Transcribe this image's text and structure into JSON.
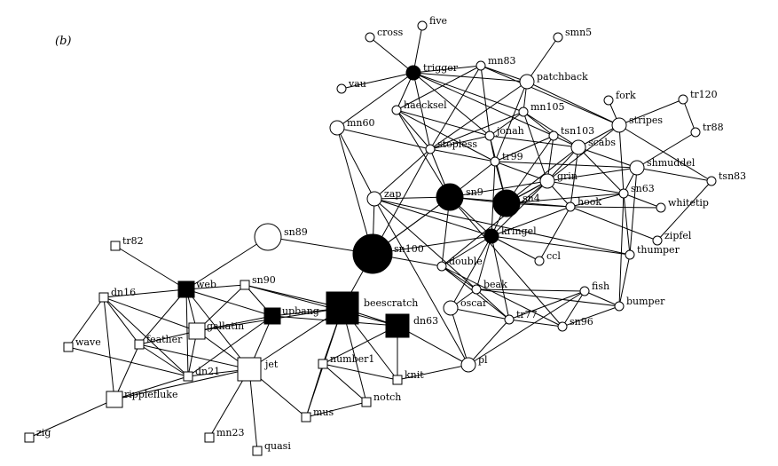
{
  "panel_label": "(b)",
  "colors": {
    "edge": "#000000",
    "filled_node": "#000000",
    "hollow_node": "#ffffff"
  },
  "nodes": [
    {
      "id": "five",
      "label": "five",
      "shape": "circle",
      "filled": false,
      "size": "small"
    },
    {
      "id": "cross",
      "label": "cross",
      "shape": "circle",
      "filled": false,
      "size": "small"
    },
    {
      "id": "smn5",
      "label": "smn5",
      "shape": "circle",
      "filled": false,
      "size": "small"
    },
    {
      "id": "trigger",
      "label": "trigger",
      "shape": "circle",
      "filled": true,
      "size": "medium"
    },
    {
      "id": "mn83",
      "label": "mn83",
      "shape": "circle",
      "filled": false,
      "size": "small"
    },
    {
      "id": "patchback",
      "label": "patchback",
      "shape": "circle",
      "filled": false,
      "size": "medium"
    },
    {
      "id": "vau",
      "label": "vau",
      "shape": "circle",
      "filled": false,
      "size": "small"
    },
    {
      "id": "haecksel",
      "label": "haecksel",
      "shape": "circle",
      "filled": false,
      "size": "small"
    },
    {
      "id": "mn105",
      "label": "mn105",
      "shape": "circle",
      "filled": false,
      "size": "small"
    },
    {
      "id": "fork",
      "label": "fork",
      "shape": "circle",
      "filled": false,
      "size": "small"
    },
    {
      "id": "tr120",
      "label": "tr120",
      "shape": "circle",
      "filled": false,
      "size": "small"
    },
    {
      "id": "mn60",
      "label": "mn60",
      "shape": "circle",
      "filled": false,
      "size": "medium"
    },
    {
      "id": "jonah",
      "label": "jonah",
      "shape": "circle",
      "filled": false,
      "size": "small"
    },
    {
      "id": "tsn103",
      "label": "tsn103",
      "shape": "circle",
      "filled": false,
      "size": "small"
    },
    {
      "id": "stripes",
      "label": "stripes",
      "shape": "circle",
      "filled": false,
      "size": "medium"
    },
    {
      "id": "tr88",
      "label": "tr88",
      "shape": "circle",
      "filled": false,
      "size": "small"
    },
    {
      "id": "scabs",
      "label": "scabs",
      "shape": "circle",
      "filled": false,
      "size": "medium"
    },
    {
      "id": "stopless",
      "label": "stopless",
      "shape": "circle",
      "filled": false,
      "size": "small"
    },
    {
      "id": "tr99",
      "label": "tr99",
      "shape": "circle",
      "filled": false,
      "size": "small"
    },
    {
      "id": "shmuddel",
      "label": "shmuddel",
      "shape": "circle",
      "filled": false,
      "size": "medium"
    },
    {
      "id": "tsn83",
      "label": "tsn83",
      "shape": "circle",
      "filled": false,
      "size": "small"
    },
    {
      "id": "grin",
      "label": "grin",
      "shape": "circle",
      "filled": false,
      "size": "medium"
    },
    {
      "id": "sn9",
      "label": "sn9",
      "shape": "circle",
      "filled": true,
      "size": "large"
    },
    {
      "id": "sn4",
      "label": "sn4",
      "shape": "circle",
      "filled": true,
      "size": "large"
    },
    {
      "id": "zap",
      "label": "zap",
      "shape": "circle",
      "filled": false,
      "size": "medium"
    },
    {
      "id": "sn63",
      "label": "sn63",
      "shape": "circle",
      "filled": false,
      "size": "small"
    },
    {
      "id": "hook",
      "label": "hook",
      "shape": "circle",
      "filled": false,
      "size": "small"
    },
    {
      "id": "whitetip",
      "label": "whitetip",
      "shape": "circle",
      "filled": false,
      "size": "small"
    },
    {
      "id": "sn89",
      "label": "sn89",
      "shape": "circle",
      "filled": false,
      "size": "large"
    },
    {
      "id": "sn100",
      "label": "sn100",
      "shape": "circle",
      "filled": true,
      "size": "xlarge"
    },
    {
      "id": "kringel",
      "label": "kringel",
      "shape": "circle",
      "filled": true,
      "size": "medium"
    },
    {
      "id": "zipfel",
      "label": "zipfel",
      "shape": "circle",
      "filled": false,
      "size": "small"
    },
    {
      "id": "thumper",
      "label": "thumper",
      "shape": "circle",
      "filled": false,
      "size": "small"
    },
    {
      "id": "ccl",
      "label": "ccl",
      "shape": "circle",
      "filled": false,
      "size": "small"
    },
    {
      "id": "double",
      "label": "double",
      "shape": "circle",
      "filled": false,
      "size": "small"
    },
    {
      "id": "beak",
      "label": "beak",
      "shape": "circle",
      "filled": false,
      "size": "small"
    },
    {
      "id": "fish",
      "label": "fish",
      "shape": "circle",
      "filled": false,
      "size": "small"
    },
    {
      "id": "oscar",
      "label": "oscar",
      "shape": "circle",
      "filled": false,
      "size": "medium"
    },
    {
      "id": "bumper",
      "label": "bumper",
      "shape": "circle",
      "filled": false,
      "size": "small"
    },
    {
      "id": "tr77",
      "label": "tr77",
      "shape": "circle",
      "filled": false,
      "size": "small"
    },
    {
      "id": "sn96",
      "label": "sn96",
      "shape": "circle",
      "filled": false,
      "size": "small"
    },
    {
      "id": "pl",
      "label": "pl",
      "shape": "circle",
      "filled": false,
      "size": "medium"
    },
    {
      "id": "tr82",
      "label": "tr82",
      "shape": "square",
      "filled": false,
      "size": "small"
    },
    {
      "id": "web",
      "label": "web",
      "shape": "square",
      "filled": true,
      "size": "medium"
    },
    {
      "id": "sn90",
      "label": "sn90",
      "shape": "square",
      "filled": false,
      "size": "small"
    },
    {
      "id": "dn16",
      "label": "dn16",
      "shape": "square",
      "filled": false,
      "size": "small"
    },
    {
      "id": "beescratch",
      "label": "beescratch",
      "shape": "square",
      "filled": true,
      "size": "xlarge"
    },
    {
      "id": "upbang",
      "label": "upbang",
      "shape": "square",
      "filled": true,
      "size": "medium"
    },
    {
      "id": "dn63",
      "label": "dn63",
      "shape": "square",
      "filled": true,
      "size": "large"
    },
    {
      "id": "gallatin",
      "label": "gallatin",
      "shape": "square",
      "filled": false,
      "size": "medium"
    },
    {
      "id": "wave",
      "label": "wave",
      "shape": "square",
      "filled": false,
      "size": "small"
    },
    {
      "id": "feather",
      "label": "feather",
      "shape": "square",
      "filled": false,
      "size": "small"
    },
    {
      "id": "number1",
      "label": "number1",
      "shape": "square",
      "filled": false,
      "size": "small"
    },
    {
      "id": "jet",
      "label": "jet",
      "shape": "square",
      "filled": false,
      "size": "large"
    },
    {
      "id": "dn21",
      "label": "dn21",
      "shape": "square",
      "filled": false,
      "size": "small"
    },
    {
      "id": "knit",
      "label": "knit",
      "shape": "square",
      "filled": false,
      "size": "small"
    },
    {
      "id": "ripplefluke",
      "label": "ripplefluke",
      "shape": "square",
      "filled": false,
      "size": "medium"
    },
    {
      "id": "notch",
      "label": "notch",
      "shape": "square",
      "filled": false,
      "size": "small"
    },
    {
      "id": "mus",
      "label": "mus",
      "shape": "square",
      "filled": false,
      "size": "small"
    },
    {
      "id": "zig",
      "label": "zig",
      "shape": "square",
      "filled": false,
      "size": "small"
    },
    {
      "id": "mn23",
      "label": "mn23",
      "shape": "square",
      "filled": false,
      "size": "small"
    },
    {
      "id": "quasi",
      "label": "quasi",
      "shape": "square",
      "filled": false,
      "size": "small"
    }
  ],
  "edges": [
    [
      "five",
      "trigger"
    ],
    [
      "cross",
      "trigger"
    ],
    [
      "vau",
      "trigger"
    ],
    [
      "trigger",
      "mn83"
    ],
    [
      "trigger",
      "patchback"
    ],
    [
      "trigger",
      "haecksel"
    ],
    [
      "trigger",
      "jonah"
    ],
    [
      "trigger",
      "stopless"
    ],
    [
      "trigger",
      "mn60"
    ],
    [
      "trigger",
      "tsn103"
    ],
    [
      "trigger",
      "mn105"
    ],
    [
      "mn83",
      "patchback"
    ],
    [
      "mn83",
      "haecksel"
    ],
    [
      "mn83",
      "stopless"
    ],
    [
      "mn83",
      "jonah"
    ],
    [
      "smn5",
      "patchback"
    ],
    [
      "patchback",
      "stripes"
    ],
    [
      "patchback",
      "mn105"
    ],
    [
      "patchback",
      "stopless"
    ],
    [
      "patchback",
      "tr99"
    ],
    [
      "haecksel",
      "jonah"
    ],
    [
      "haecksel",
      "stopless"
    ],
    [
      "haecksel",
      "sn9"
    ],
    [
      "haecksel",
      "tr99"
    ],
    [
      "mn105",
      "jonah"
    ],
    [
      "mn105",
      "stopless"
    ],
    [
      "mn105",
      "tsn103"
    ],
    [
      "mn105",
      "scabs"
    ],
    [
      "mn105",
      "grin"
    ],
    [
      "fork",
      "stripes"
    ],
    [
      "tr120",
      "tr88"
    ],
    [
      "tr120",
      "stripes"
    ],
    [
      "tr88",
      "shmuddel"
    ],
    [
      "stripes",
      "scabs"
    ],
    [
      "stripes",
      "grin"
    ],
    [
      "stripes",
      "sn63"
    ],
    [
      "stripes",
      "tsn83"
    ],
    [
      "stripes",
      "mn83"
    ],
    [
      "mn60",
      "stopless"
    ],
    [
      "mn60",
      "sn100"
    ],
    [
      "mn60",
      "zap"
    ],
    [
      "jonah",
      "stopless"
    ],
    [
      "jonah",
      "tr99"
    ],
    [
      "jonah",
      "sn4"
    ],
    [
      "jonah",
      "scabs"
    ],
    [
      "tsn103",
      "scabs"
    ],
    [
      "tsn103",
      "grin"
    ],
    [
      "tsn103",
      "sn4"
    ],
    [
      "tsn103",
      "tr99"
    ],
    [
      "scabs",
      "grin"
    ],
    [
      "scabs",
      "sn4"
    ],
    [
      "scabs",
      "sn63"
    ],
    [
      "scabs",
      "shmuddel"
    ],
    [
      "scabs",
      "hook"
    ],
    [
      "stopless",
      "tr99"
    ],
    [
      "stopless",
      "sn9"
    ],
    [
      "stopless",
      "zap"
    ],
    [
      "stopless",
      "sn100"
    ],
    [
      "tr99",
      "sn9"
    ],
    [
      "tr99",
      "sn4"
    ],
    [
      "tr99",
      "grin"
    ],
    [
      "tr99",
      "kringel"
    ],
    [
      "shmuddel",
      "tsn83"
    ],
    [
      "shmuddel",
      "sn63"
    ],
    [
      "shmuddel",
      "grin"
    ],
    [
      "shmuddel",
      "tr99"
    ],
    [
      "shmuddel",
      "thumper"
    ],
    [
      "tsn83",
      "zipfel"
    ],
    [
      "zipfel",
      "hook"
    ],
    [
      "grin",
      "sn4"
    ],
    [
      "grin",
      "sn9"
    ],
    [
      "grin",
      "hook"
    ],
    [
      "grin",
      "kringel"
    ],
    [
      "grin",
      "double"
    ],
    [
      "grin",
      "sn63"
    ],
    [
      "sn9",
      "sn4"
    ],
    [
      "sn9",
      "zap"
    ],
    [
      "sn9",
      "sn100"
    ],
    [
      "sn9",
      "kringel"
    ],
    [
      "sn9",
      "hook"
    ],
    [
      "sn9",
      "double"
    ],
    [
      "sn4",
      "hook"
    ],
    [
      "sn4",
      "kringel"
    ],
    [
      "sn4",
      "sn63"
    ],
    [
      "sn4",
      "grin"
    ],
    [
      "zap",
      "sn100"
    ],
    [
      "zap",
      "kringel"
    ],
    [
      "zap",
      "beak"
    ],
    [
      "sn63",
      "hook"
    ],
    [
      "sn63",
      "whitetip"
    ],
    [
      "sn63",
      "bumper"
    ],
    [
      "sn63",
      "thumper"
    ],
    [
      "hook",
      "kringel"
    ],
    [
      "hook",
      "ccl"
    ],
    [
      "hook",
      "whitetip"
    ],
    [
      "sn89",
      "sn100"
    ],
    [
      "sn89",
      "web"
    ],
    [
      "sn100",
      "kringel"
    ],
    [
      "sn100",
      "double"
    ],
    [
      "sn100",
      "beescratch"
    ],
    [
      "sn100",
      "sn9"
    ],
    [
      "kringel",
      "double"
    ],
    [
      "kringel",
      "ccl"
    ],
    [
      "kringel",
      "beak"
    ],
    [
      "kringel",
      "thumper"
    ],
    [
      "kringel",
      "oscar"
    ],
    [
      "kringel",
      "tr77"
    ],
    [
      "double",
      "beak"
    ],
    [
      "double",
      "tr77"
    ],
    [
      "double",
      "sn96"
    ],
    [
      "beak",
      "fish"
    ],
    [
      "beak",
      "tr77"
    ],
    [
      "beak",
      "oscar"
    ],
    [
      "beak",
      "bumper"
    ],
    [
      "fish",
      "tr77"
    ],
    [
      "fish",
      "sn96"
    ],
    [
      "fish",
      "bumper"
    ],
    [
      "fish",
      "pl"
    ],
    [
      "oscar",
      "tr77"
    ],
    [
      "oscar",
      "pl"
    ],
    [
      "bumper",
      "sn96"
    ],
    [
      "bumper",
      "thumper"
    ],
    [
      "tr77",
      "sn96"
    ],
    [
      "tr77",
      "pl"
    ],
    [
      "sn96",
      "sn9"
    ],
    [
      "thumper",
      "zap"
    ],
    [
      "pl",
      "dn63"
    ],
    [
      "pl",
      "knit"
    ],
    [
      "pl",
      "zap"
    ],
    [
      "tr82",
      "web"
    ],
    [
      "web",
      "dn16"
    ],
    [
      "web",
      "sn90"
    ],
    [
      "web",
      "upbang"
    ],
    [
      "web",
      "gallatin"
    ],
    [
      "web",
      "feather"
    ],
    [
      "web",
      "dn21"
    ],
    [
      "web",
      "jet"
    ],
    [
      "sn90",
      "beescratch"
    ],
    [
      "sn90",
      "upbang"
    ],
    [
      "sn90",
      "gallatin"
    ],
    [
      "sn90",
      "dn63"
    ],
    [
      "dn16",
      "wave"
    ],
    [
      "dn16",
      "feather"
    ],
    [
      "dn16",
      "gallatin"
    ],
    [
      "dn16",
      "dn21"
    ],
    [
      "dn16",
      "ripplefluke"
    ],
    [
      "beescratch",
      "upbang"
    ],
    [
      "beescratch",
      "dn63"
    ],
    [
      "beescratch",
      "jet"
    ],
    [
      "beescratch",
      "number1"
    ],
    [
      "beescratch",
      "notch"
    ],
    [
      "beescratch",
      "knit"
    ],
    [
      "beescratch",
      "gallatin"
    ],
    [
      "upbang",
      "gallatin"
    ],
    [
      "upbang",
      "jet"
    ],
    [
      "upbang",
      "dn63"
    ],
    [
      "upbang",
      "dn21"
    ],
    [
      "dn63",
      "knit"
    ],
    [
      "dn63",
      "number1"
    ],
    [
      "gallatin",
      "feather"
    ],
    [
      "gallatin",
      "dn21"
    ],
    [
      "gallatin",
      "jet"
    ],
    [
      "wave",
      "dn21"
    ],
    [
      "feather",
      "dn21"
    ],
    [
      "feather",
      "jet"
    ],
    [
      "feather",
      "ripplefluke"
    ],
    [
      "number1",
      "mus"
    ],
    [
      "number1",
      "notch"
    ],
    [
      "number1",
      "knit"
    ],
    [
      "jet",
      "dn21"
    ],
    [
      "jet",
      "mus"
    ],
    [
      "jet",
      "mn23"
    ],
    [
      "jet",
      "quasi"
    ],
    [
      "jet",
      "ripplefluke"
    ],
    [
      "ripplefluke",
      "zig"
    ],
    [
      "ripplefluke",
      "dn21"
    ],
    [
      "mus",
      "notch"
    ],
    [
      "mus",
      "beescratch"
    ]
  ]
}
